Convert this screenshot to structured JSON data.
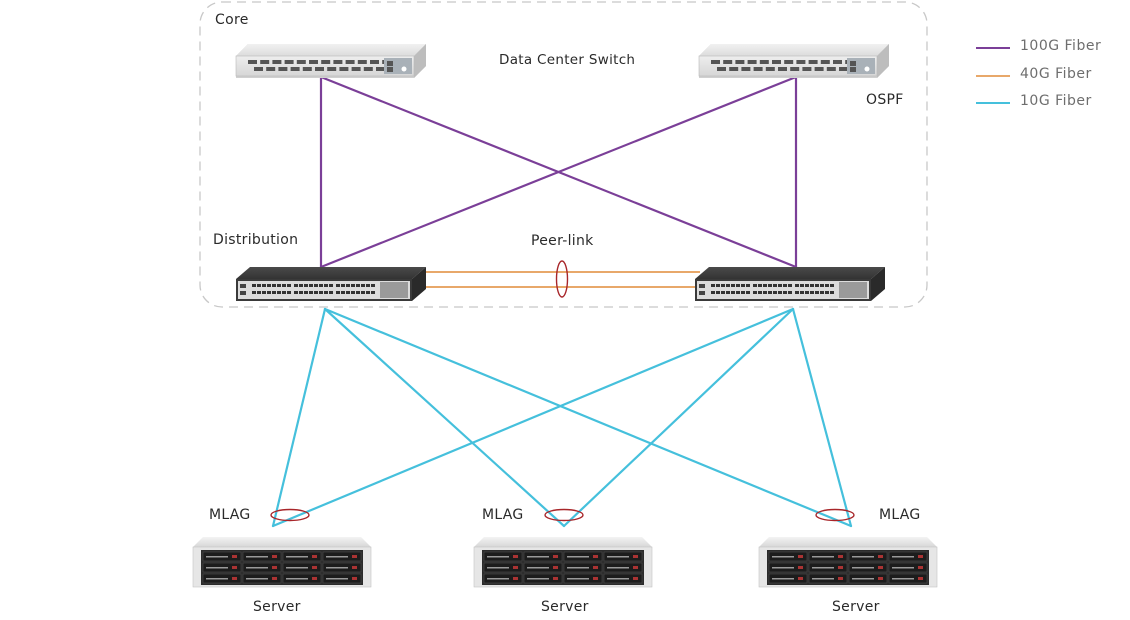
{
  "diagram": {
    "title": "MLAG Data Center Network Topology",
    "zones": {
      "core_label": "Core",
      "distribution_label": "Distribution"
    },
    "annotations": {
      "core_switch": "Data Center Switch",
      "routing": "OSPF",
      "peer_link": "Peer-link",
      "mlag": [
        "MLAG",
        "MLAG",
        "MLAG"
      ]
    },
    "nodes": {
      "core_switches": [
        {
          "id": "core-1",
          "type": "Data Center Switch",
          "tier": "Core"
        },
        {
          "id": "core-2",
          "type": "Data Center Switch",
          "tier": "Core"
        }
      ],
      "distribution_switches": [
        {
          "id": "dist-1",
          "tier": "Distribution"
        },
        {
          "id": "dist-2",
          "tier": "Distribution"
        }
      ],
      "servers": [
        {
          "id": "server-1",
          "label": "Server"
        },
        {
          "id": "server-2",
          "label": "Server"
        },
        {
          "id": "server-3",
          "label": "Server"
        }
      ]
    },
    "links": [
      {
        "from": "core-1",
        "to": "dist-1",
        "type": "100G"
      },
      {
        "from": "core-1",
        "to": "dist-2",
        "type": "100G"
      },
      {
        "from": "core-2",
        "to": "dist-1",
        "type": "100G"
      },
      {
        "from": "core-2",
        "to": "dist-2",
        "type": "100G"
      },
      {
        "from": "dist-1",
        "to": "dist-2",
        "type": "40G",
        "role": "peer-link"
      },
      {
        "from": "dist-1",
        "to": "dist-2",
        "type": "40G",
        "role": "peer-link"
      },
      {
        "from": "dist-1",
        "to": "server-1",
        "type": "10G"
      },
      {
        "from": "dist-1",
        "to": "server-2",
        "type": "10G"
      },
      {
        "from": "dist-1",
        "to": "server-3",
        "type": "10G"
      },
      {
        "from": "dist-2",
        "to": "server-1",
        "type": "10G"
      },
      {
        "from": "dist-2",
        "to": "server-2",
        "type": "10G"
      },
      {
        "from": "dist-2",
        "to": "server-3",
        "type": "10G"
      }
    ],
    "legend": [
      {
        "key": "100G",
        "label": "100G Fiber",
        "color": "#7b3f98"
      },
      {
        "key": "40G",
        "label": "40G Fiber",
        "color": "#e8a86a"
      },
      {
        "key": "10G",
        "label": "10G Fiber",
        "color": "#45c0dc"
      }
    ],
    "colors": {
      "ellipse": "#a8262a",
      "zone_border": "#c8c8c8"
    }
  }
}
